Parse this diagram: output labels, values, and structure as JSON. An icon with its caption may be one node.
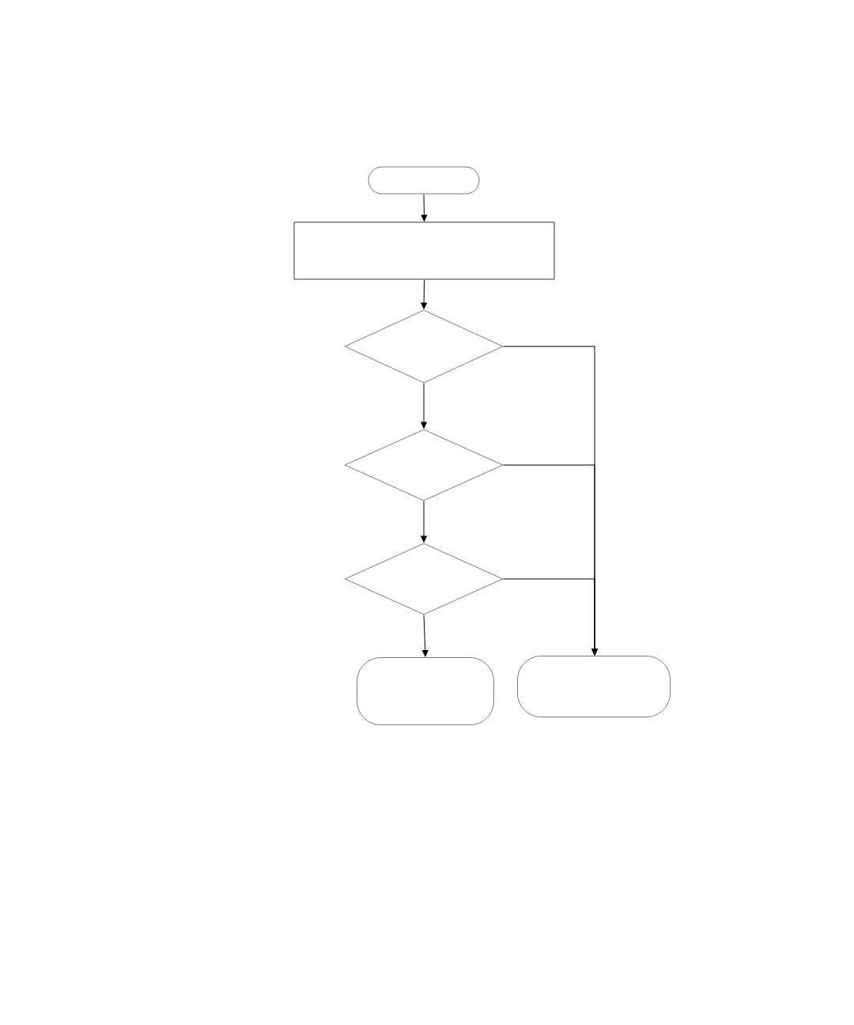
{
  "diagram": {
    "nodes": [
      {
        "text": [],
        "shape": "box"
      },
      {
        "text": [],
        "shape": "box"
      },
      {
        "text": [],
        "shape": "diamond"
      },
      {
        "text": [],
        "shape": "diamond"
      },
      {
        "text": [],
        "shape": "diamond"
      },
      {
        "text": [],
        "shape": "box"
      },
      {
        "text": [],
        "shape": "box"
      }
    ],
    "edges": [
      {
        "from": 0,
        "to": 1,
        "arrow": "to"
      },
      {
        "from": 1,
        "to": 2,
        "arrow": "to"
      },
      {
        "from": 2,
        "to": 3,
        "arrow": "to"
      },
      {
        "from": 3,
        "to": 4,
        "arrow": "to"
      },
      {
        "from": 4,
        "to": 5,
        "arrow": "to"
      },
      {
        "from": 2,
        "to": 6,
        "arrow": "to"
      },
      {
        "from": 3,
        "to": 6,
        "arrow": "to"
      },
      {
        "from": 4,
        "to": 6,
        "arrow": "to"
      }
    ]
  }
}
